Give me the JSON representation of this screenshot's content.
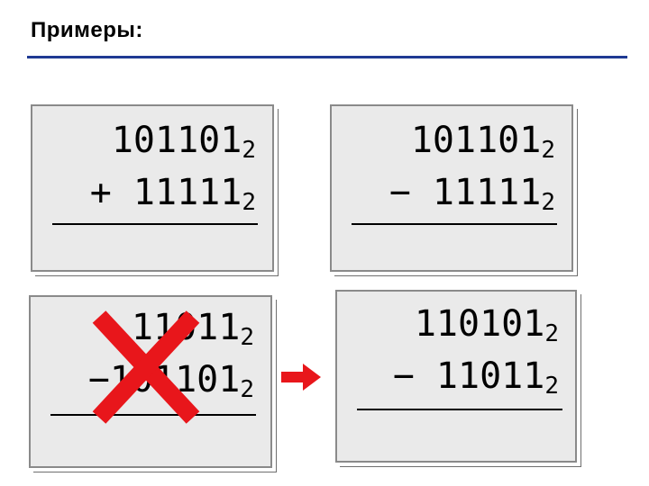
{
  "slide": {
    "title": "Примеры:"
  },
  "examples": [
    {
      "line1": "101101",
      "base1": "2",
      "line2": "+ 11111",
      "base2": "2"
    },
    {
      "line1": "101101",
      "base1": "2",
      "line2": "− 11111",
      "base2": "2"
    },
    {
      "line1": "11011",
      "base1": "2",
      "line2": "−101101",
      "base2": "2"
    },
    {
      "line1": "110101",
      "base1": "2",
      "line2": "− 11011",
      "base2": "2"
    }
  ],
  "colors": {
    "title_rule": "#1f3a93",
    "card_fill": "#eaeaea",
    "cross": "#e8161b",
    "arrow": "#e8161b"
  },
  "icons": {
    "cross": "x-mark-icon",
    "arrow": "arrow-right-icon"
  }
}
